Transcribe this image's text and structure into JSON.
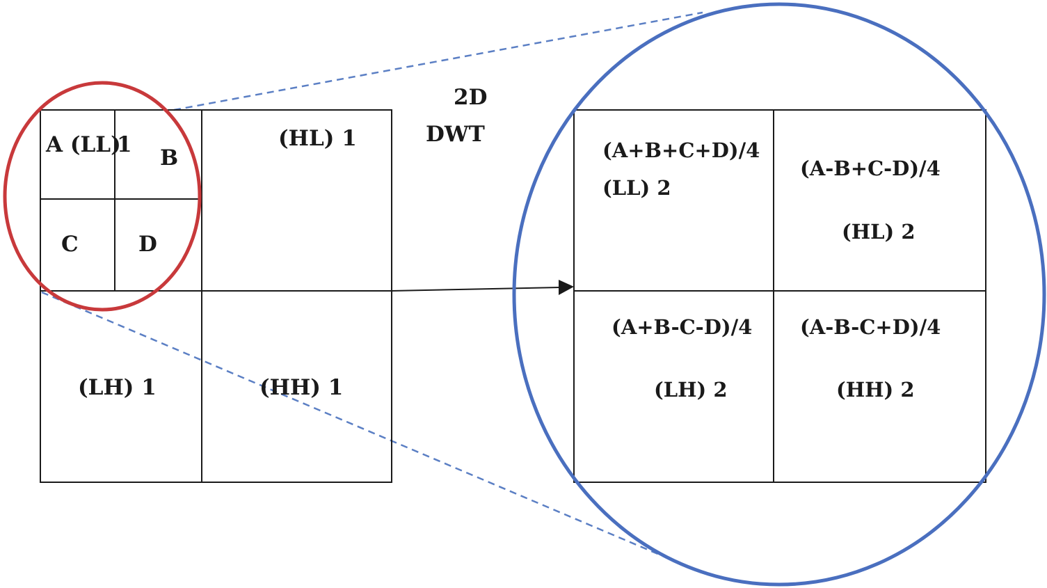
{
  "left_block": {
    "quad_labels": {
      "a_ll": "A (LL)",
      "one": "1",
      "b": "B",
      "c": "C",
      "d": "D"
    },
    "hl1": "(HL) 1",
    "lh1": "(LH) 1",
    "hh1": "(HH) 1"
  },
  "transform": {
    "line1": "2D",
    "line2": "DWT"
  },
  "right_block": {
    "ll2_formula": "(A+B+C+D)/4",
    "ll2_label": "(LL) 2",
    "hl2_formula": "(A-B+C-D)/4",
    "hl2_label": "(HL) 2",
    "lh2_formula": "(A+B-C-D)/4",
    "lh2_label": "(LH) 2",
    "hh2_formula": "(A-B-C+D)/4",
    "hh2_label": "(HH) 2"
  },
  "colors": {
    "line": "#1a1a1a",
    "red_circle": "#c8393b",
    "blue_circle": "#4a6fbf",
    "dashed_guide": "#5b7fc4"
  }
}
